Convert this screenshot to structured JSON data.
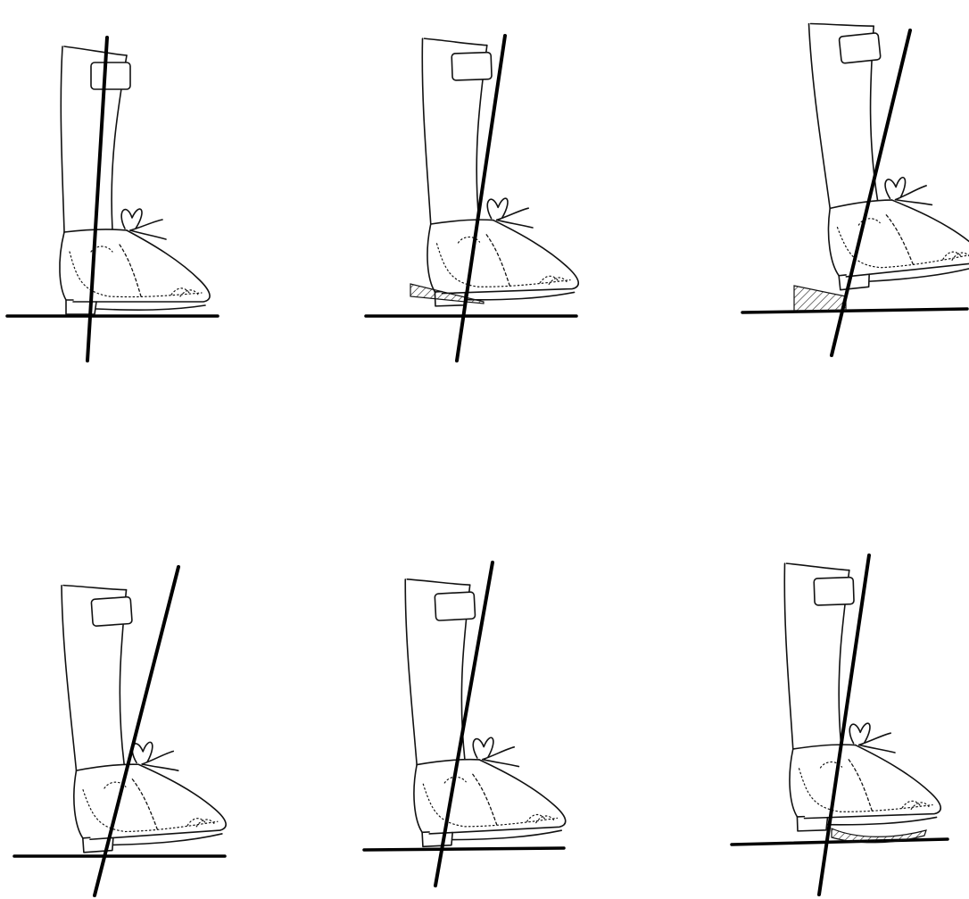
{
  "figure": {
    "panels": [
      {
        "id": "a",
        "wedge": "none",
        "line": "vertical"
      },
      {
        "id": "b",
        "wedge": "thin-heel-wedge",
        "line": "forward-tilt"
      },
      {
        "id": "c",
        "wedge": "thick-heel-wedge",
        "line": "forward-tilt"
      },
      {
        "id": "d",
        "wedge": "none",
        "line": "forward-tilt"
      },
      {
        "id": "e",
        "wedge": "none",
        "line": "forward-tilt"
      },
      {
        "id": "f",
        "wedge": "forefoot-rocker",
        "line": "forward-tilt"
      }
    ],
    "colors": {
      "ink": "#111111",
      "background": "#ffffff"
    }
  }
}
